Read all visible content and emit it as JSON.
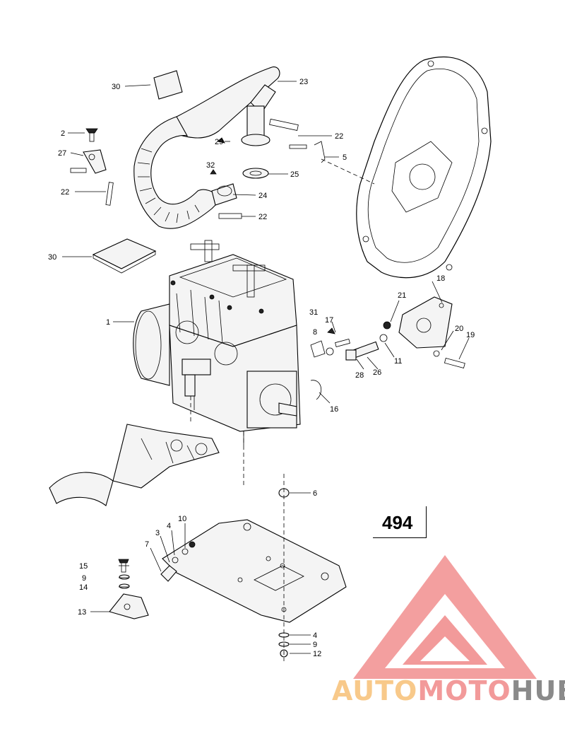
{
  "page_number": "494",
  "callouts": {
    "c30a": "30",
    "c23": "23",
    "c2": "2",
    "c27": "27",
    "c29": "29",
    "c22a": "22",
    "c5": "5",
    "c32": "32",
    "c25": "25",
    "c22b": "22",
    "c24": "24",
    "c22c": "22",
    "c30b": "30",
    "c18": "18",
    "c1": "1",
    "c21": "21",
    "c31": "31",
    "c17": "17",
    "c8": "8",
    "c20": "20",
    "c19": "19",
    "c11": "11",
    "c28": "28",
    "c26": "26",
    "c16": "16",
    "c6": "6",
    "c10": "10",
    "c4a": "4",
    "c3": "3",
    "c7": "7",
    "c15": "15",
    "c9a": "9",
    "c14": "14",
    "c13": "13",
    "c4b": "4",
    "c9b": "9",
    "c12": "12"
  },
  "logo": {
    "part1": "AUTO",
    "part2": "MOTO",
    "part3": "HUB"
  },
  "colors": {
    "logo_triangle": "#f29a9a",
    "logo_auto": "#f8c98a",
    "logo_hub": "#8a8a8a"
  }
}
